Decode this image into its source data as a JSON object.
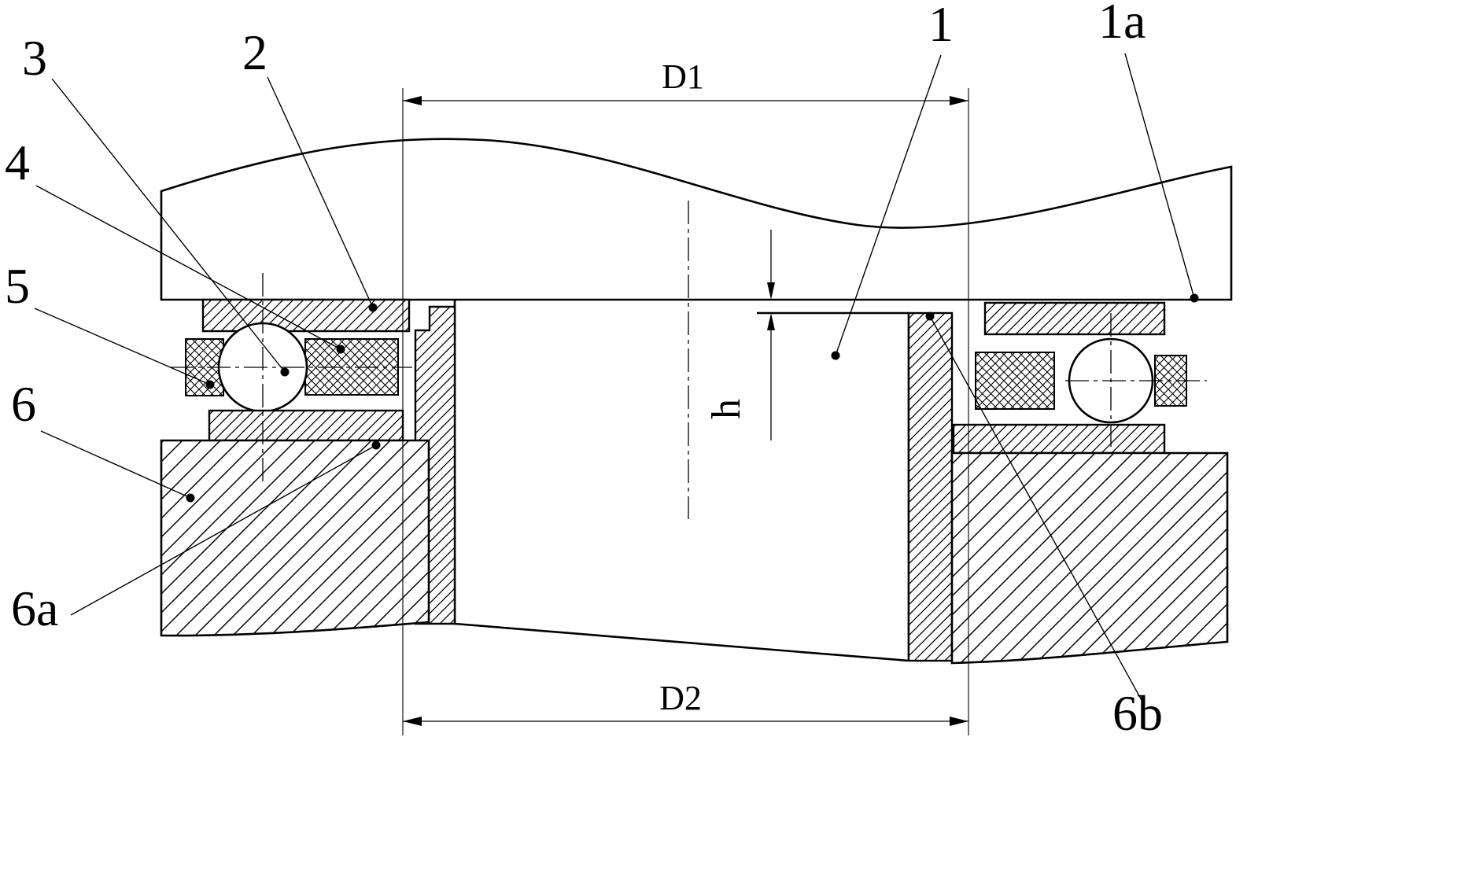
{
  "drawing": {
    "part_labels": {
      "p1": "1",
      "p1a": "1a",
      "p2": "2",
      "p3": "3",
      "p4": "4",
      "p5": "5",
      "p6": "6",
      "p6a": "6a",
      "p6b": "6b"
    },
    "dimension_labels": {
      "d1": "D1",
      "d2": "D2",
      "h": "h"
    },
    "colors": {
      "line": "#000000",
      "background": "#ffffff"
    }
  }
}
